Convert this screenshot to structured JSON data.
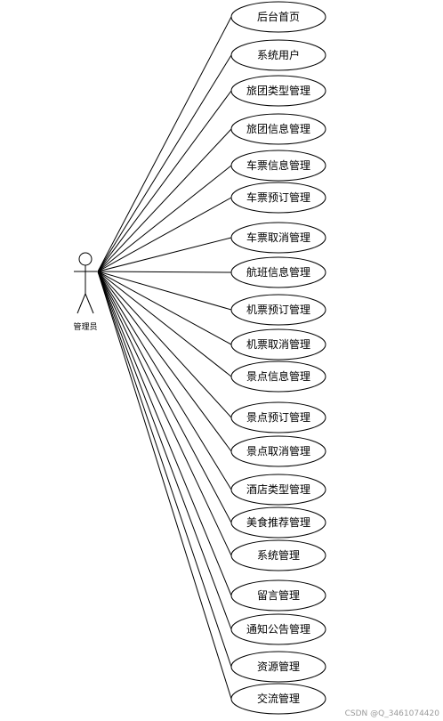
{
  "actor": {
    "label": "管理员"
  },
  "use_cases": [
    "后台首页",
    "系统用户",
    "旅团类型管理",
    "旅团信息管理",
    "车票信息管理",
    "车票预订管理",
    "车票取消管理",
    "航班信息管理",
    "机票预订管理",
    "机票取消管理",
    "景点信息管理",
    "景点预订管理",
    "景点取消管理",
    "酒店类型管理",
    "美食推荐管理",
    "系统管理",
    "留言管理",
    "通知公告管理",
    "资源管理",
    "交流管理"
  ],
  "watermark": "CSDN @Q_3461074420",
  "colors": {
    "stroke": "#000000",
    "background": "#ffffff",
    "watermark": "#9a9a9a"
  }
}
